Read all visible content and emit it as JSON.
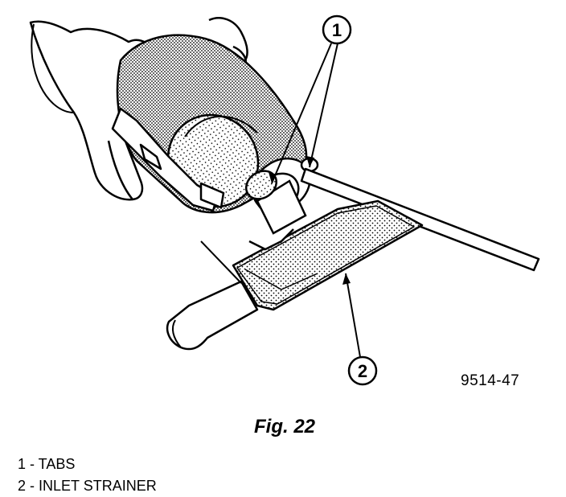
{
  "figure": {
    "caption": "Fig. 22",
    "reference_code": "9514-47"
  },
  "callouts": [
    {
      "number": "1",
      "label": "TABS"
    },
    {
      "number": "2",
      "label": "INLET STRAINER"
    }
  ],
  "legend": [
    {
      "text": "1 - TABS"
    },
    {
      "text": "2 - INLET STRAINER"
    }
  ],
  "colors": {
    "ink": "#000000",
    "paper": "#ffffff",
    "screen_tone": "#c8c8c8"
  }
}
